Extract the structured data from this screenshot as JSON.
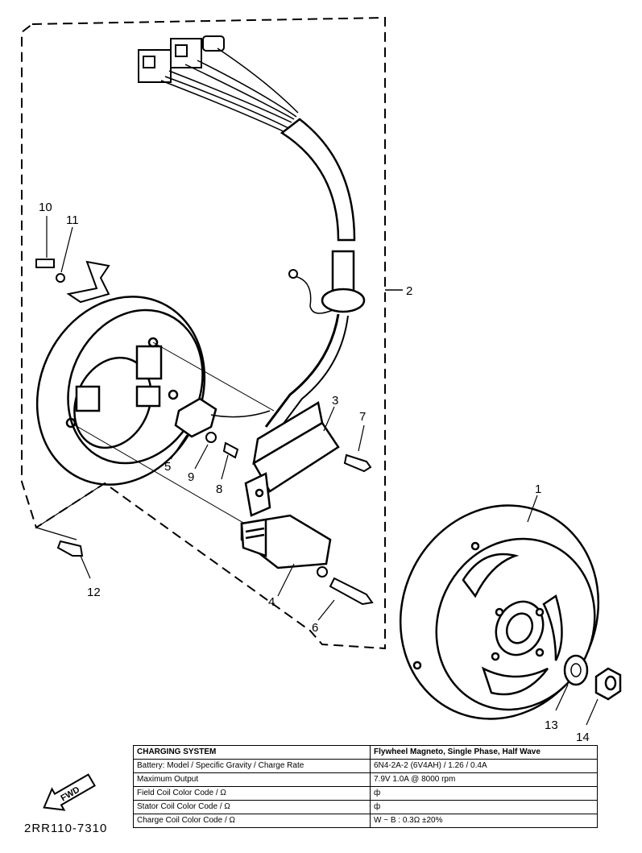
{
  "callouts": [
    "1",
    "2",
    "3",
    "4",
    "5",
    "6",
    "7",
    "8",
    "9",
    "10",
    "11",
    "12",
    "13",
    "14"
  ],
  "fwd_label": "FWD",
  "reference_code": "2RR110-7310",
  "spec_table": {
    "header": [
      "CHARGING SYSTEM",
      "Flywheel Magneto, Single Phase, Half Wave"
    ],
    "rows": [
      [
        "Battery: Model / Specific Gravity / Charge Rate",
        "6N4-2A-2 (6V4AH) / 1.26 / 0.4A"
      ],
      [
        "Maximum Output",
        "7.9V 1.0A @ 8000 rpm"
      ],
      [
        "Field Coil Color Code / Ω",
        "ф"
      ],
      [
        "Stator Coil Color Code / Ω",
        "ф"
      ],
      [
        "Charge Coil Color Code / Ω",
        "W ~ B : 0.3Ω ±20%"
      ]
    ]
  }
}
